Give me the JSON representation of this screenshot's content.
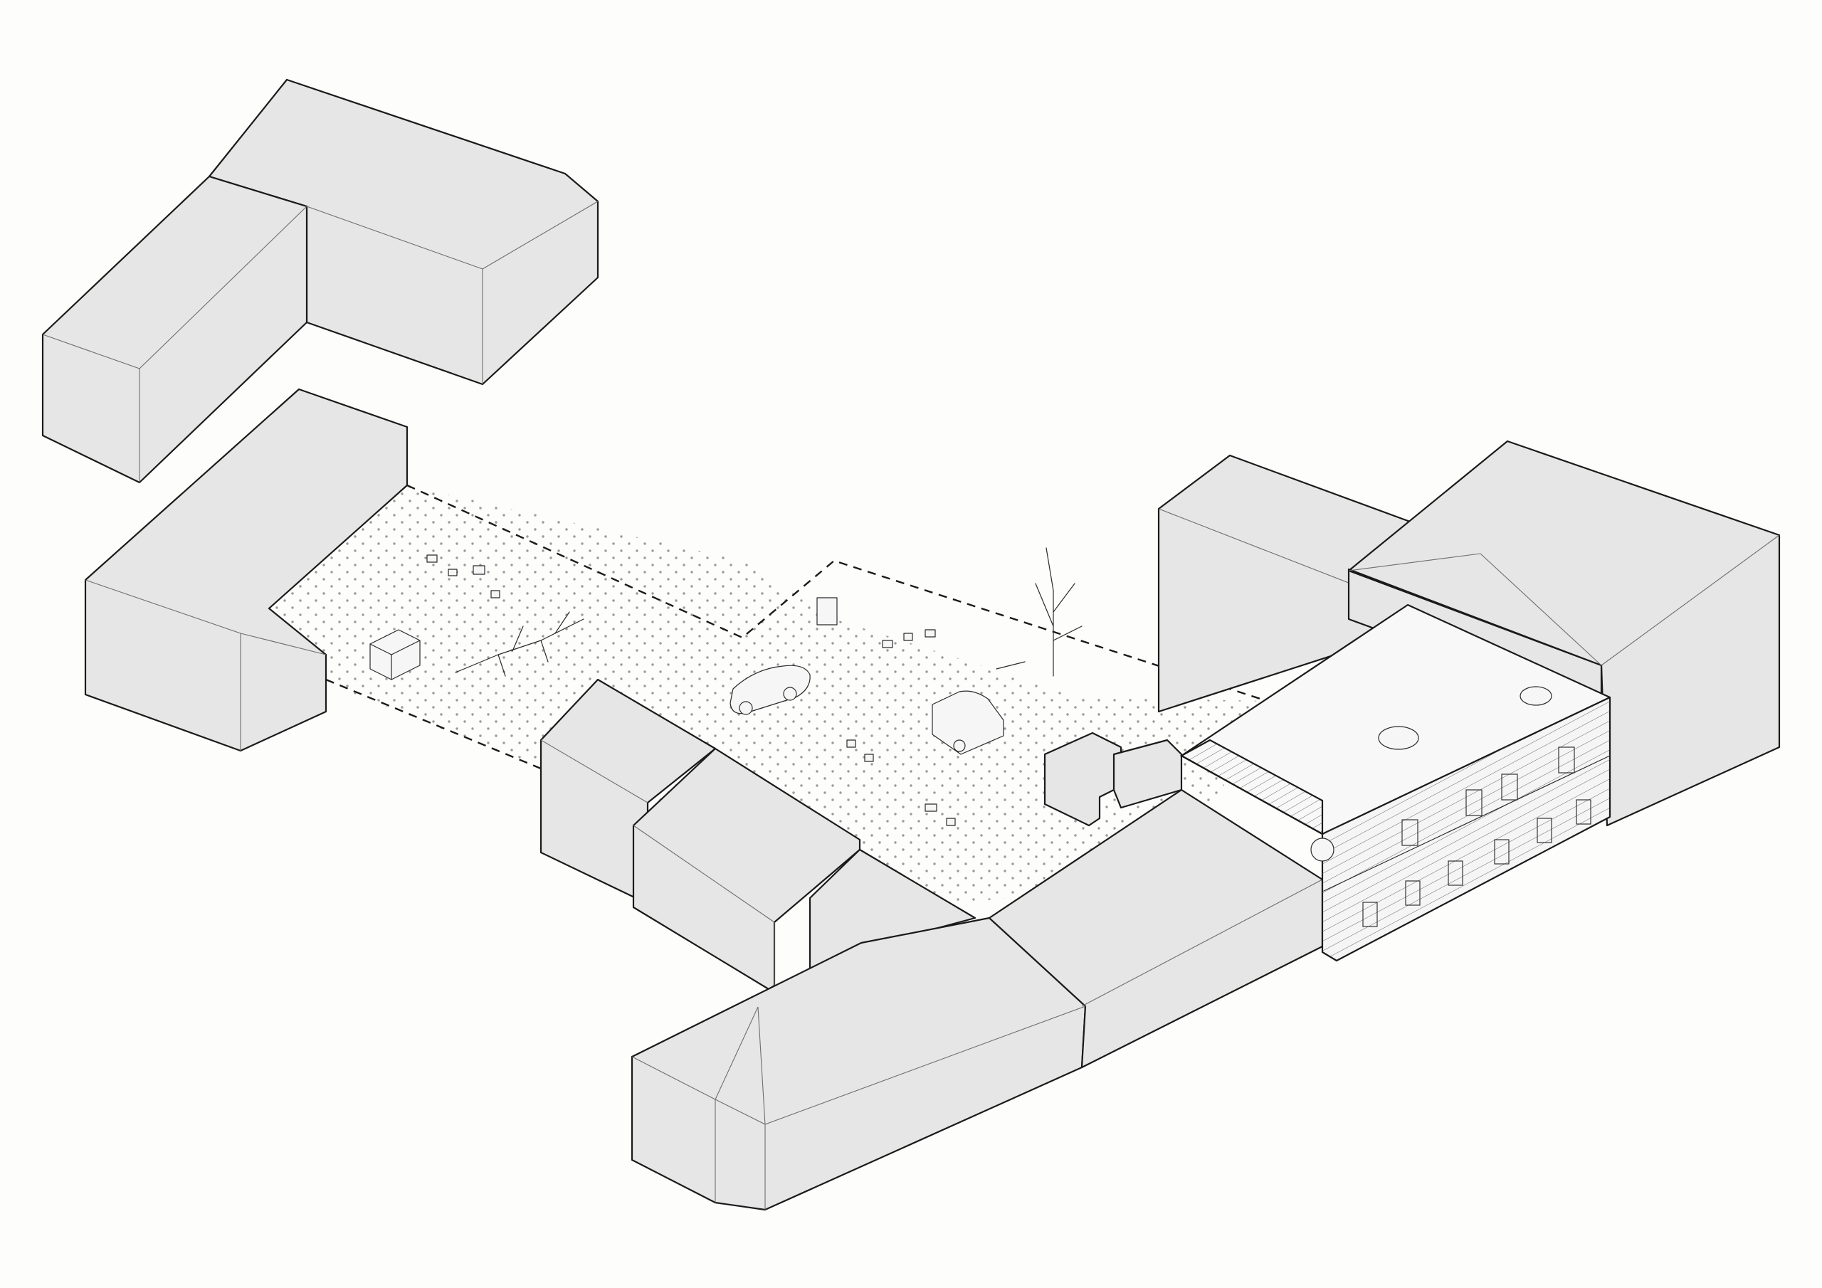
{
  "diagram": {
    "view": "axonometric",
    "elements": [
      "neighbouring-building-masses",
      "courtyard",
      "highlighted-building",
      "parked-car",
      "caravan",
      "trees",
      "outhouse",
      "garden-shed",
      "scattered-objects"
    ]
  },
  "colors": {
    "background": "#fdfdfb",
    "mass_fill": "#e6e6e6",
    "outline": "#1a1a1a",
    "yard_dots": "#9a9a9a"
  }
}
